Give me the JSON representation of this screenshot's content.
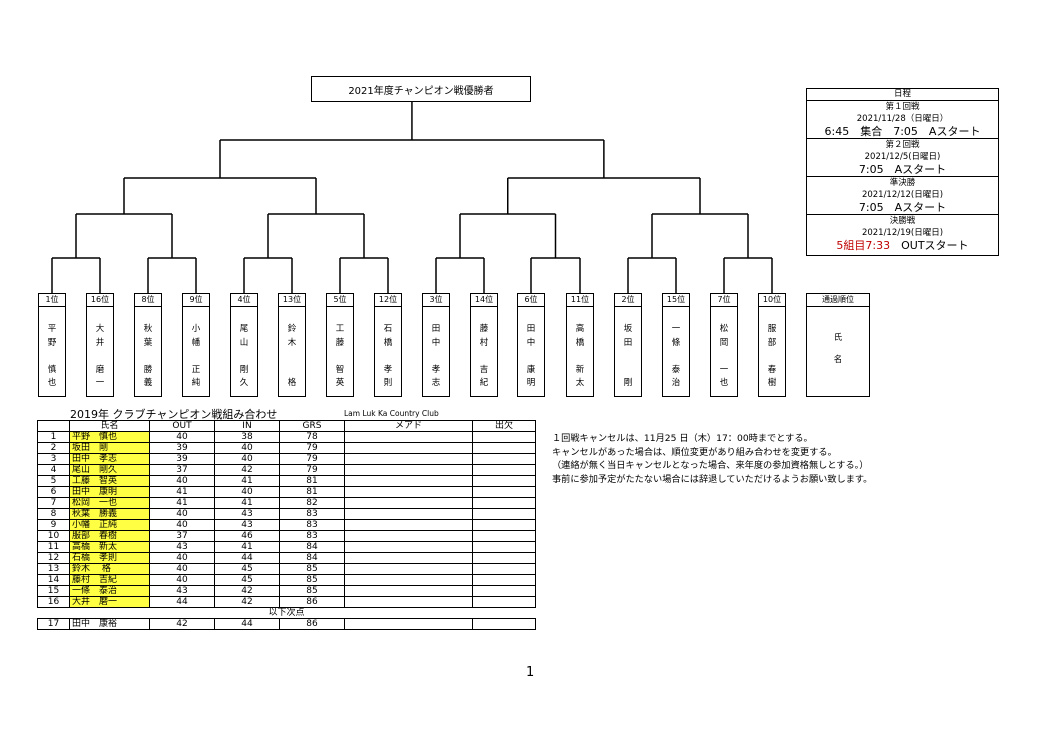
{
  "champion_title": "2021年度チャンピオン戦優勝者",
  "schedule": {
    "title": "日程",
    "sections": [
      {
        "name": "第１回戦",
        "date": "2021/11/28（日曜日）",
        "detail": "6:45　集合　7:05　Aスタート",
        "red": false
      },
      {
        "name": "第２回戦",
        "date": "2021/12/5(日曜日)",
        "detail": "7:05　Aスタート",
        "red": false
      },
      {
        "name": "準決勝",
        "date": "2021/12/12(日曜日)",
        "detail": "7:05　Aスタート",
        "red": false
      },
      {
        "name": "決勝戦",
        "date": "2021/12/19(日曜日)",
        "detail_red": "5組目7:33",
        "detail": "　OUTスタート",
        "red": true
      }
    ]
  },
  "players": [
    {
      "rank": "1位",
      "surname": [
        "平",
        "野"
      ],
      "given": [
        "慎",
        "也"
      ]
    },
    {
      "rank": "16位",
      "surname": [
        "大",
        "井"
      ],
      "given": [
        "磨",
        "一"
      ]
    },
    {
      "rank": "8位",
      "surname": [
        "秋",
        "葉"
      ],
      "given": [
        "勝",
        "義"
      ]
    },
    {
      "rank": "9位",
      "surname": [
        "小",
        "幡"
      ],
      "given": [
        "正",
        "純"
      ]
    },
    {
      "rank": "4位",
      "surname": [
        "尾",
        "山"
      ],
      "given": [
        "剛",
        "久"
      ]
    },
    {
      "rank": "13位",
      "surname": [
        "鈴",
        "木"
      ],
      "given": [
        "",
        "格"
      ]
    },
    {
      "rank": "5位",
      "surname": [
        "工",
        "藤"
      ],
      "given": [
        "智",
        "英"
      ]
    },
    {
      "rank": "12位",
      "surname": [
        "石",
        "橋"
      ],
      "given": [
        "孝",
        "則"
      ]
    },
    {
      "rank": "3位",
      "surname": [
        "田",
        "中"
      ],
      "given": [
        "孝",
        "志"
      ]
    },
    {
      "rank": "14位",
      "surname": [
        "藤",
        "村"
      ],
      "given": [
        "吉",
        "紀"
      ]
    },
    {
      "rank": "6位",
      "surname": [
        "田",
        "中"
      ],
      "given": [
        "康",
        "明"
      ]
    },
    {
      "rank": "11位",
      "surname": [
        "高",
        "橋"
      ],
      "given": [
        "新",
        "太"
      ]
    },
    {
      "rank": "2位",
      "surname": [
        "坂",
        "田"
      ],
      "given": [
        "",
        "剛"
      ]
    },
    {
      "rank": "15位",
      "surname": [
        "一",
        "條"
      ],
      "given": [
        "泰",
        "治"
      ]
    },
    {
      "rank": "7位",
      "surname": [
        "松",
        "岡"
      ],
      "given": [
        "一",
        "也"
      ]
    },
    {
      "rank": "10位",
      "surname": [
        "服",
        "部"
      ],
      "given": [
        "春",
        "樹"
      ]
    }
  ],
  "qualifier": {
    "rank": "通過順位",
    "line1": "氏",
    "line2": "名"
  },
  "table": {
    "title": "2019年  クラブチャンピオン戦組み合わせ",
    "club": "Lam Luk Ka Country Club",
    "headers": [
      "",
      "氏名",
      "OUT",
      "IN",
      "GRS",
      "メアド",
      "出欠"
    ],
    "rows": [
      [
        "1",
        "平野　慎也",
        "40",
        "38",
        "78"
      ],
      [
        "2",
        "坂田　剛",
        "39",
        "40",
        "79"
      ],
      [
        "3",
        "田中　孝志",
        "39",
        "40",
        "79"
      ],
      [
        "4",
        "尾山　剛久",
        "37",
        "42",
        "79"
      ],
      [
        "5",
        "工藤　智英",
        "40",
        "41",
        "81"
      ],
      [
        "6",
        "田中　康明",
        "41",
        "40",
        "81"
      ],
      [
        "7",
        "松岡　一也",
        "41",
        "41",
        "82"
      ],
      [
        "8",
        "秋葉　勝義",
        "40",
        "43",
        "83"
      ],
      [
        "9",
        "小幡　正純",
        "40",
        "43",
        "83"
      ],
      [
        "10",
        "服部　春樹",
        "37",
        "46",
        "83"
      ],
      [
        "11",
        "高橋　新太",
        "43",
        "41",
        "84"
      ],
      [
        "12",
        "石橋　孝則",
        "40",
        "44",
        "84"
      ],
      [
        "13",
        "鈴木　 格",
        "40",
        "45",
        "85"
      ],
      [
        "14",
        "藤村　吉紀",
        "40",
        "45",
        "85"
      ],
      [
        "15",
        "一條　泰治",
        "43",
        "42",
        "85"
      ],
      [
        "16",
        "大井　磨一",
        "44",
        "42",
        "86"
      ]
    ],
    "separator": "以下次点",
    "extra_rows": [
      [
        "17",
        "田中　康裕",
        "42",
        "44",
        "86"
      ]
    ]
  },
  "notes": [
    "１回戦キャンセルは、11月25 日（木）17：00時までとする。",
    "キャンセルがあった場合は、順位変更があり組み合わせを変更する。",
    "（連絡が無く当日キャンセルとなった場合、来年度の参加資格無しとする。）",
    "事前に参加予定がたたない場合には辞退していただけるようお願い致します。"
  ],
  "page_number": "1"
}
